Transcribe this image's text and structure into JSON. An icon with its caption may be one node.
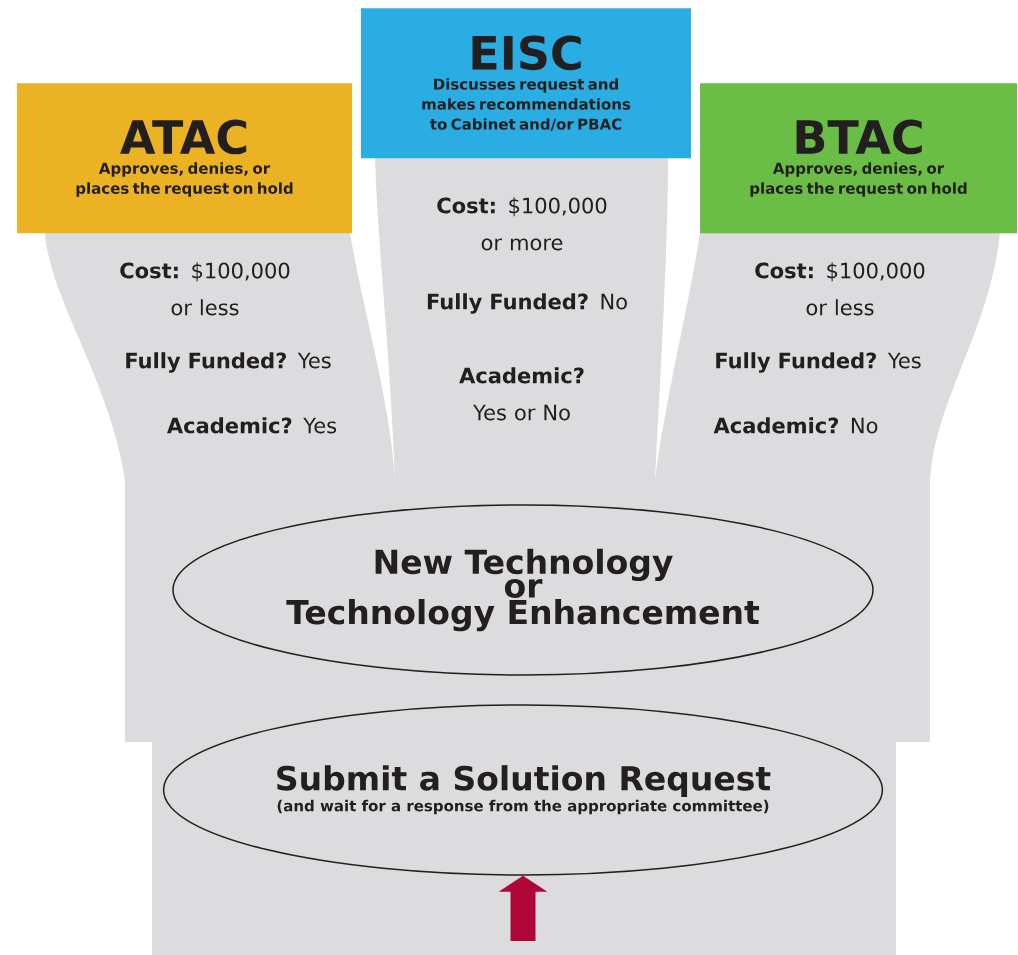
{
  "diagram": {
    "nodes": [
      {
        "text": [
          "ATAC",
          "Approves, denies, or places the request on hold"
        ]
      },
      {
        "text": [
          "EISC",
          "Discusses request and makes recommendations to Cabinet and/or PBAC"
        ]
      },
      {
        "text": [
          "BTAC",
          "Approves, denies, or places the request on hold"
        ]
      },
      {
        "text": [
          "New Technology",
          "or",
          "Technology Enhancement"
        ]
      },
      {
        "text": [
          "Submit a Solution Request",
          "(and wait for a response from the appropriate committee)"
        ]
      }
    ],
    "edges": [
      {
        "from": null,
        "to": 4,
        "arrow": "to"
      }
    ],
    "labels": [
      "**Cost:** $100,000 or less",
      "**Fully Funded?** Yes",
      "**Academic?** Yes",
      "**Cost:** $100,000 or more",
      "**Fully Funded?** No",
      "**Academic?** Yes or No",
      "**Cost:** $100,000 or less",
      "**Fully Funded?** Yes",
      "**Academic?** No"
    ]
  }
}
